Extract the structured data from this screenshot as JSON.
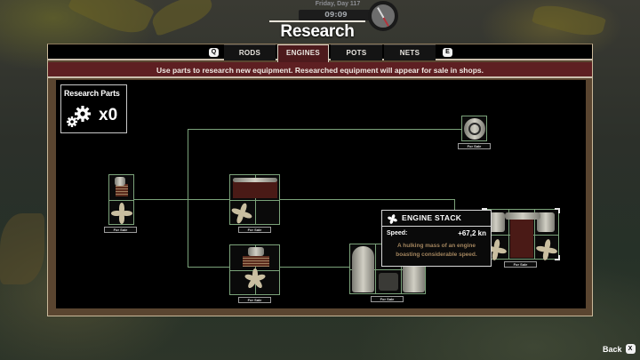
{
  "hud": {
    "day": "Friday, Day 117",
    "time": "09:09"
  },
  "screen": {
    "title": "Research"
  },
  "tabs": {
    "prev_key": "Q",
    "next_key": "E",
    "items": [
      {
        "label": "RODS",
        "active": false
      },
      {
        "label": "ENGINES",
        "active": true
      },
      {
        "label": "POTS",
        "active": false
      },
      {
        "label": "NETS",
        "active": false
      }
    ]
  },
  "banner": {
    "text": "Use parts to research new equipment. Researched equipment will appear for sale in shops."
  },
  "research_parts": {
    "label": "Research Parts",
    "icon": "gears-icon",
    "count": "x0"
  },
  "nodes": [
    {
      "id": "engine-1",
      "status": "For Sale",
      "grid": "1x2"
    },
    {
      "id": "engine-2",
      "status": "For Sale",
      "grid": "2x2"
    },
    {
      "id": "engine-3",
      "status": "For Sale",
      "grid": "2x2"
    },
    {
      "id": "engine-4",
      "status": "For Sale",
      "grid": "1x1"
    },
    {
      "id": "engine-5",
      "status": "For Sale",
      "grid": "3x2"
    },
    {
      "id": "engine-stack",
      "status": "For Sale",
      "grid": "3x2",
      "selected": true
    }
  ],
  "tooltip": {
    "icon": "propeller-icon",
    "title": "ENGINE STACK",
    "stat_label": "Speed:",
    "stat_value": "+67,2 kn",
    "description": "A hulking mass of an engine boasting considerable speed."
  },
  "footer": {
    "back_label": "Back",
    "back_key": "X"
  },
  "colors": {
    "tab_active": "#4d1a1c",
    "banner": "#5e1f22",
    "tree_line": "#7ba27a",
    "description_text": "#a3855e"
  }
}
